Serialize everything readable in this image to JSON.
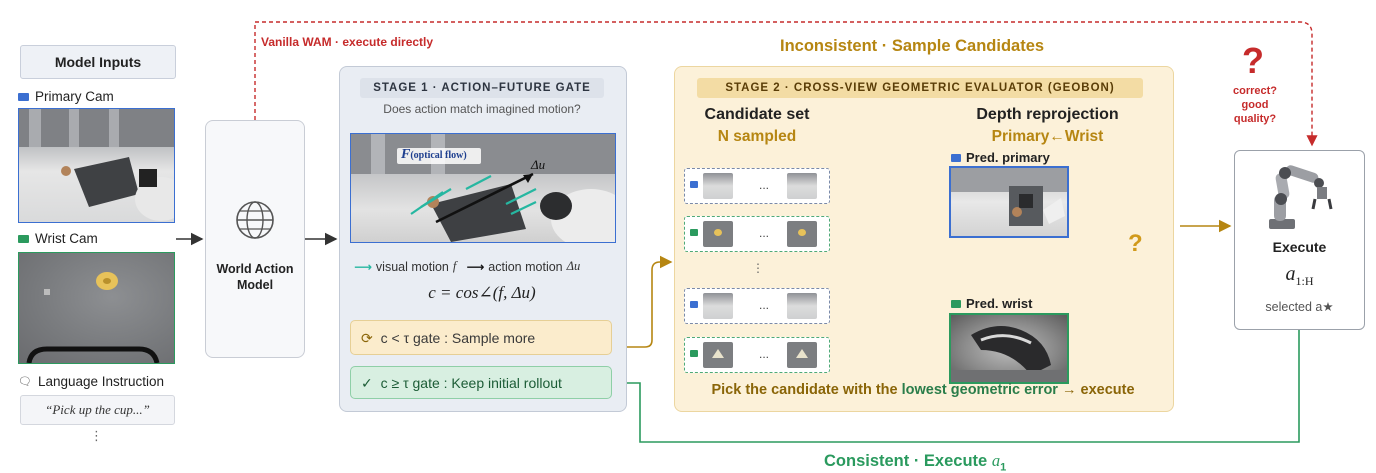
{
  "inputs": {
    "title": "Model Inputs",
    "primary_cam_label": "Primary Cam",
    "wrist_cam_label": "Wrist Cam",
    "language_label": "Language Instruction",
    "language_text": "“Pick up the cup...”",
    "more_dots": "⋮"
  },
  "wam": {
    "label": "World Action Model"
  },
  "vanilla_label": "Vanilla WAM · execute directly",
  "top_path_label": "Inconsistent · Sample Candidates",
  "bottom_path_label": "Consistent · Execute",
  "bottom_path_var": "a",
  "bottom_path_sub": "1",
  "stage1": {
    "title": "STAGE 1 · ACTION–FUTURE GATE",
    "subtitle": "Does action match imagined motion?",
    "flow_label": "F",
    "flow_label_sub": "(optical flow)",
    "delta_label": "Δu",
    "legend_visual": "visual motion",
    "legend_visual_var": "f",
    "legend_action": "action motion",
    "legend_action_var": "Δu",
    "formula": "c = cos∠(f, Δu)",
    "gate_more": "c < τ gate :  Sample more",
    "gate_keep": "c ≥ τ gate :  Keep initial rollout",
    "gate_more_icon": "⟳",
    "gate_keep_icon": "✓"
  },
  "stage2": {
    "title": "STAGE 2 · CROSS-VIEW GEOMETRIC EVALUATOR (GEOBON)",
    "candidate_title": "Candidate set",
    "candidate_sub": "N sampled",
    "depth_title": "Depth reprojection",
    "depth_sub": "Primary←Wrist",
    "pred_primary": "Pred. primary",
    "pred_wrist": "Pred. wrist",
    "pick_pre": "Pick the candidate with the ",
    "pick_em": "lowest geometric error",
    "pick_post": " → execute",
    "dots": "...",
    "vdots": "⋮",
    "qmark": "?"
  },
  "execute": {
    "title": "Execute",
    "formula_var": "a",
    "formula_sub": "1:H",
    "selected": "selected a★"
  },
  "question": {
    "mark": "?",
    "text": "correct? good quality?"
  },
  "colors": {
    "blue": "#3b6fd1",
    "green": "#2b9a5e",
    "gold": "#b68612",
    "red": "#c62b2b",
    "dark": "#333333"
  },
  "icons": [
    "camera-icon",
    "speech-icon",
    "globe-icon",
    "robot-arm-icon",
    "refresh-icon",
    "check-icon",
    "cube-icon"
  ]
}
